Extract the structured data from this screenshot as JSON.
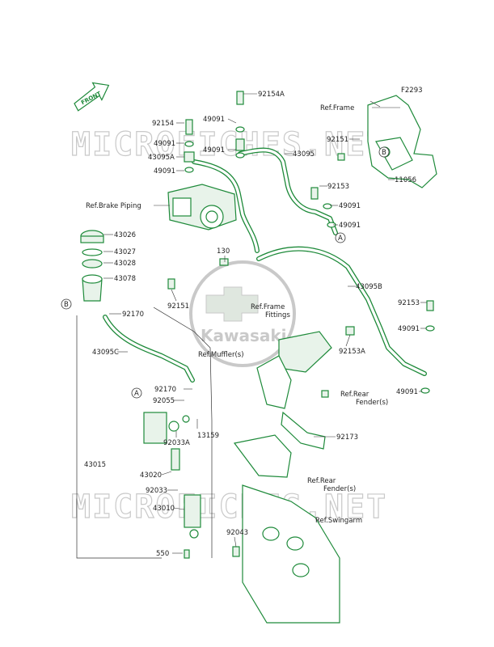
{
  "figure_id": "F2293",
  "direction_label": "FRONT",
  "watermark": {
    "text": "MICROFICHES.NET",
    "brand": "Kawasaki"
  },
  "parts": [
    {
      "id": "p-92154A",
      "label": "92154A"
    },
    {
      "id": "p-49091-a",
      "label": "49091"
    },
    {
      "id": "p-49091-b",
      "label": "49091"
    },
    {
      "id": "p-43095",
      "label": "43095"
    },
    {
      "id": "p-92154",
      "label": "92154"
    },
    {
      "id": "p-49091-c",
      "label": "49091"
    },
    {
      "id": "p-43095A",
      "label": "43095A"
    },
    {
      "id": "p-49091-d",
      "label": "49091"
    },
    {
      "id": "p-92151-a",
      "label": "92151"
    },
    {
      "id": "p-11056",
      "label": "11056"
    },
    {
      "id": "p-92153-a",
      "label": "92153"
    },
    {
      "id": "p-49091-e",
      "label": "49091"
    },
    {
      "id": "p-49091-f",
      "label": "49091"
    },
    {
      "id": "p-43026",
      "label": "43026"
    },
    {
      "id": "p-43027",
      "label": "43027"
    },
    {
      "id": "p-43028",
      "label": "43028"
    },
    {
      "id": "p-130",
      "label": "130"
    },
    {
      "id": "p-43078",
      "label": "43078"
    },
    {
      "id": "p-43095B",
      "label": "43095B"
    },
    {
      "id": "p-92151-b",
      "label": "92151"
    },
    {
      "id": "p-92170-a",
      "label": "92170"
    },
    {
      "id": "p-92153-b",
      "label": "92153"
    },
    {
      "id": "p-49091-g",
      "label": "49091"
    },
    {
      "id": "p-43095C",
      "label": "43095C"
    },
    {
      "id": "p-92153A",
      "label": "92153A"
    },
    {
      "id": "p-92170-b",
      "label": "92170"
    },
    {
      "id": "p-49091-h",
      "label": "49091"
    },
    {
      "id": "p-92055",
      "label": "92055"
    },
    {
      "id": "p-13159",
      "label": "13159"
    },
    {
      "id": "p-92033A",
      "label": "92033A"
    },
    {
      "id": "p-92173",
      "label": "92173"
    },
    {
      "id": "p-43015",
      "label": "43015"
    },
    {
      "id": "p-43020",
      "label": "43020"
    },
    {
      "id": "p-92033",
      "label": "92033"
    },
    {
      "id": "p-43010",
      "label": "43010"
    },
    {
      "id": "p-92043",
      "label": "92043"
    },
    {
      "id": "p-550",
      "label": "550"
    }
  ],
  "references": {
    "frame": "Ref.Frame",
    "brake_piping": "Ref.Brake Piping",
    "frame_fittings_1": "Ref.Frame",
    "frame_fittings_2": "Fittings",
    "mufflers": "Ref.Muffler(s)",
    "rear_fender_1a": "Ref.Rear",
    "rear_fender_1b": "Fender(s)",
    "rear_fender_2a": "Ref.Rear",
    "rear_fender_2b": "Fender(s)",
    "swingarm": "Ref.Swingarm"
  },
  "callouts": {
    "A": "A",
    "B": "B"
  },
  "colors": {
    "parts": "#1e8a3a",
    "text": "#1f1f1f",
    "watermark": "#c9c9c9"
  }
}
